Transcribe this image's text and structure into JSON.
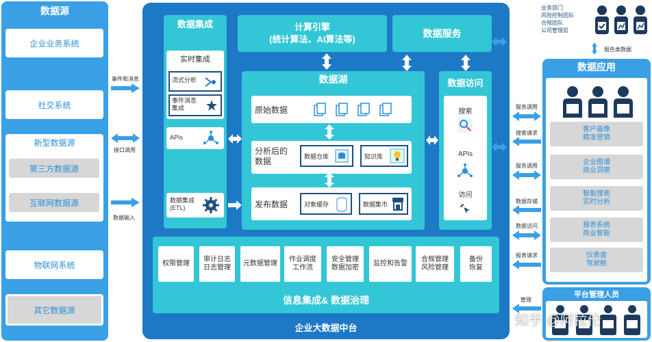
{
  "source": {
    "title": "数据源",
    "items": [
      "企业业务系统",
      "社交系统"
    ],
    "new_title": "新型数据源",
    "new_items": [
      "第三方数据源",
      "互联网数据源"
    ],
    "iot": "物联网系统",
    "other": "其它数据源"
  },
  "arrow_labels": {
    "events": "事件和消息",
    "api": "接口调用",
    "input": "数据输入"
  },
  "platform": {
    "title": "企业大数据中台",
    "integration": {
      "title": "数据集成",
      "realtime": "实时集成",
      "stream": "流式分析",
      "event": "事件消息\n集成",
      "apis": "APIs",
      "etl": "数据集成\n(ETL)"
    },
    "compute": "计算引擎\n(统计算法、AI算法等)",
    "service": "数据服务",
    "lake": {
      "title": "数据湖",
      "raw": "原始数据",
      "analyzed": "分析后的\n数据",
      "warehouse": "数据仓库",
      "knowledge": "知识库",
      "published": "发布数据",
      "cache": "对象缓存",
      "mart": "数据集市"
    },
    "access": {
      "title": "数据访问",
      "search": "搜索",
      "apis": "APIs",
      "visit": "访问"
    },
    "governance": {
      "items": [
        "权限管理",
        "审计日志\n日志管理",
        "元数据管理",
        "作业调度\n工作流",
        "安全管理\n数据加密",
        "监控和告警",
        "合规管理\n风险管理",
        "备份\n恢复"
      ],
      "title": "信息集成& 数据治理"
    }
  },
  "right_labels": [
    "服务调用",
    "搜索请求",
    "服务调用",
    "数据存储",
    "数据访问",
    "报表请求",
    "管理"
  ],
  "departments": "业务部门\n风险控制团队\n合规团队\n公司管理层",
  "report_label": "报告类数据",
  "app": {
    "title": "数据应用",
    "items": [
      "客户画像\n精准营销",
      "企业图谱\n商业洞察",
      "智能搜索\n实时分析",
      "报表系统\n商业智能",
      "仪表盘\n驾驶舱"
    ]
  },
  "admin": "平台管理人员",
  "watermark": "知乎 @阿拉伦"
}
